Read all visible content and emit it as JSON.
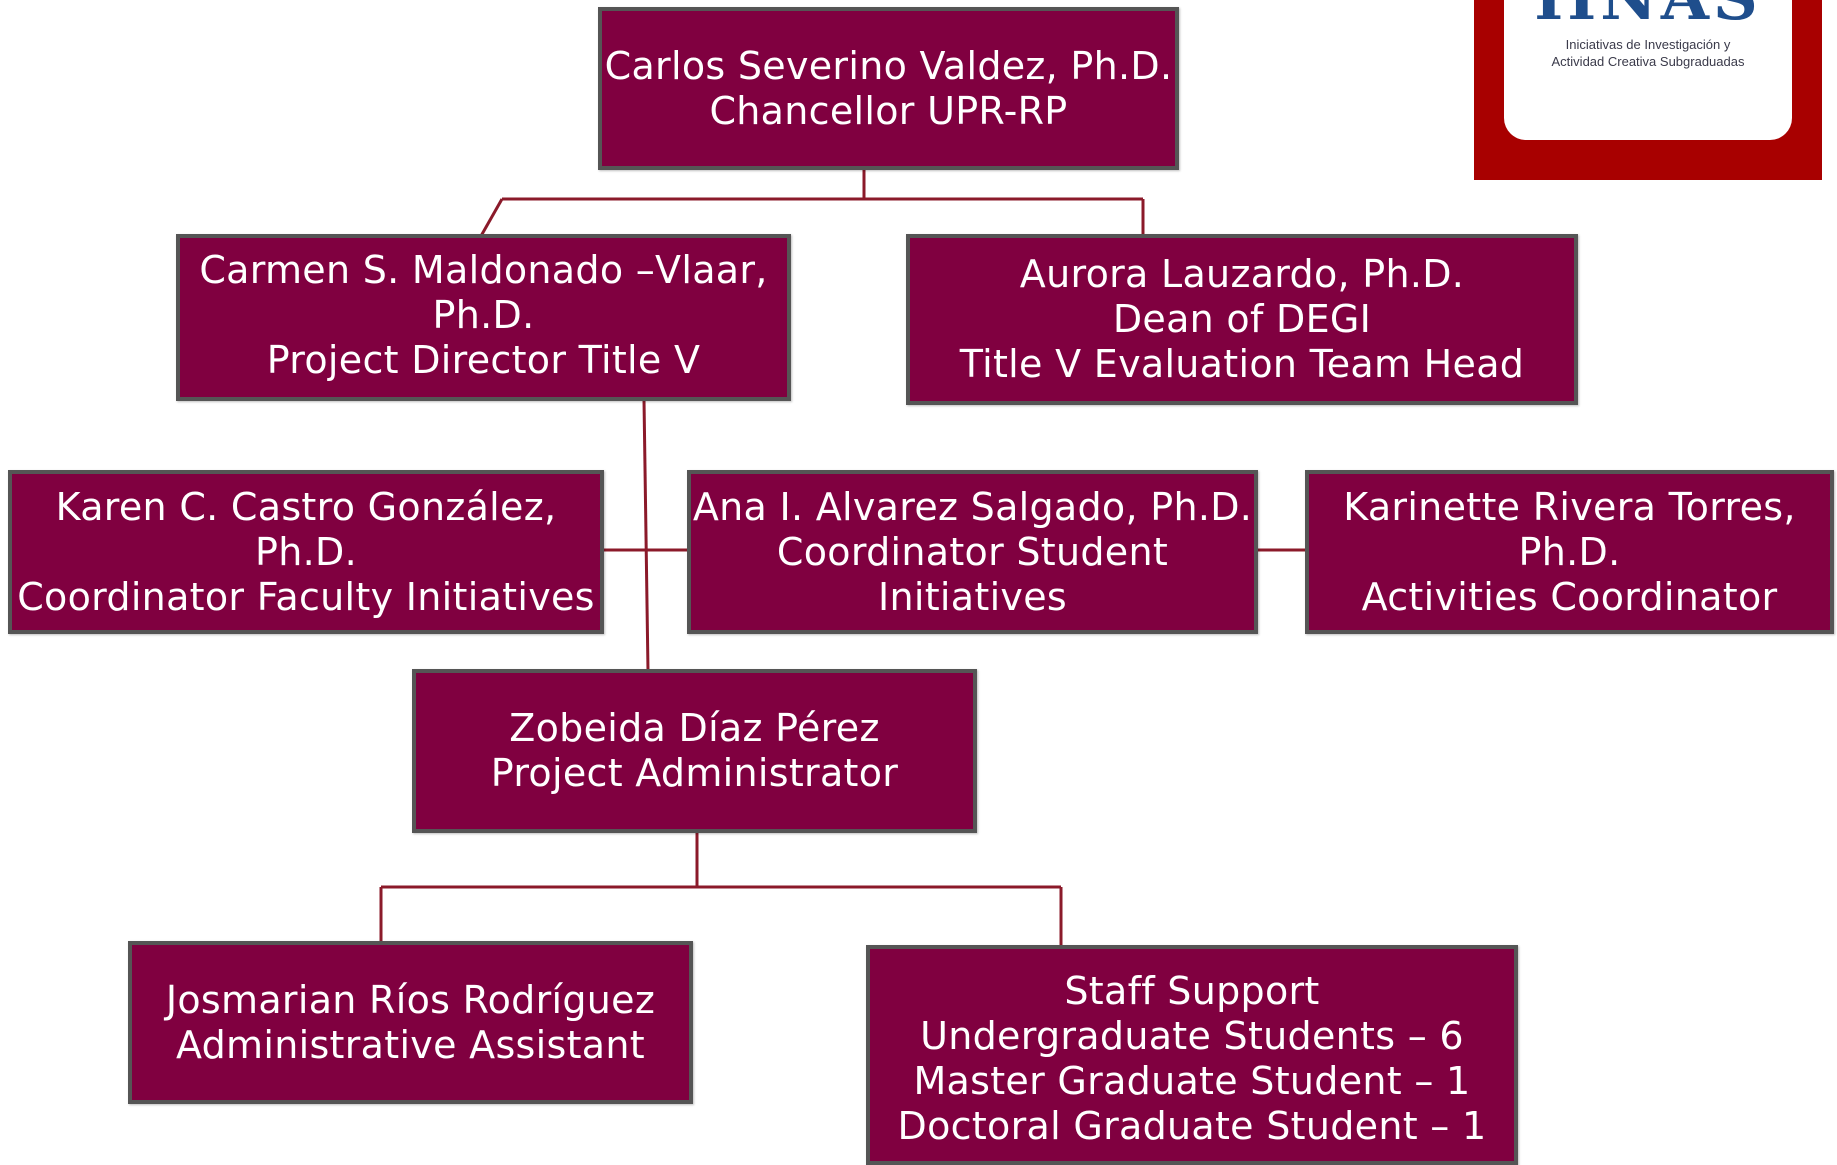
{
  "colors": {
    "box_fill": "#800040",
    "box_border": "#555555",
    "connector": "#8b1a2a",
    "logo_red": "#a80000",
    "logo_blue": "#1f4e8c"
  },
  "logo": {
    "wordmark": "IINAS",
    "subtitle_line1": "Iniciativas de Investigación y",
    "subtitle_line2": "Actividad Creativa Subgraduadas"
  },
  "nodes": {
    "chancellor": {
      "line1": "Carlos Severino Valdez, Ph.D.",
      "line2": "Chancellor UPR-RP"
    },
    "project_director": {
      "line1": "Carmen S. Maldonado –Vlaar,",
      "line2": "Ph.D.",
      "line3": "Project Director Title V"
    },
    "dean": {
      "line1": "Aurora Lauzardo, Ph.D.",
      "line2": "Dean  of DEGI",
      "line3": "Title V Evaluation Team Head"
    },
    "faculty_coordinator": {
      "line1": "Karen C. Castro González,",
      "line2": "Ph.D.",
      "line3": "Coordinator Faculty Initiatives"
    },
    "student_coordinator": {
      "line1": "Ana I. Alvarez Salgado, Ph.D.",
      "line2": "Coordinator  Student",
      "line3": "Initiatives"
    },
    "activities_coordinator": {
      "line1": "Karinette Rivera Torres,",
      "line2": "Ph.D.",
      "line3": "Activities Coordinator"
    },
    "project_administrator": {
      "line1": "Zobeida Díaz Pérez",
      "line2": "Project Administrator"
    },
    "administrative_assistant": {
      "line1": "Josmarian Ríos Rodríguez",
      "line2": "Administrative Assistant"
    },
    "staff_support": {
      "line1": "Staff Support",
      "line2": "Undergraduate Students – 6",
      "line3": "Master Graduate Student – 1",
      "line4": "Doctoral Graduate Student – 1"
    }
  }
}
